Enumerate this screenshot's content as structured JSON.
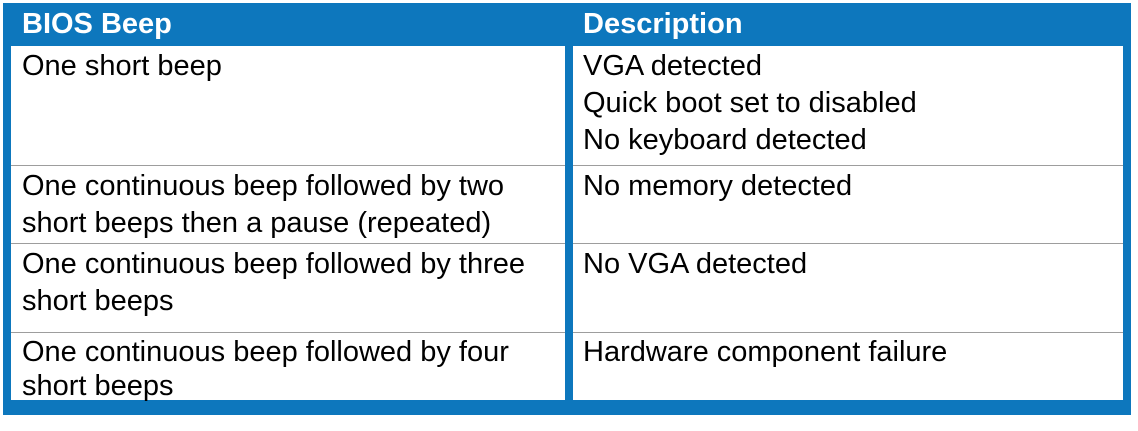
{
  "colors": {
    "accent_blue": "#0d77bd",
    "separator_gray": "#9d9d9d",
    "header_text": "#ffffff",
    "body_text": "#000000",
    "background": "#ffffff"
  },
  "table": {
    "header": {
      "bios_beep": "BIOS Beep",
      "description": "Description"
    },
    "rows": [
      {
        "beep": "One short beep",
        "description": "VGA detected\nQuick boot set to disabled\nNo keyboard detected"
      },
      {
        "beep": "One continuous beep followed by two\nshort beeps then a pause (repeated)",
        "description": "No memory detected"
      },
      {
        "beep": "One continuous beep followed by three\nshort beeps",
        "description": "No VGA detected"
      },
      {
        "beep": "One continuous beep followed by four\nshort beeps",
        "description": "Hardware component failure"
      }
    ]
  }
}
